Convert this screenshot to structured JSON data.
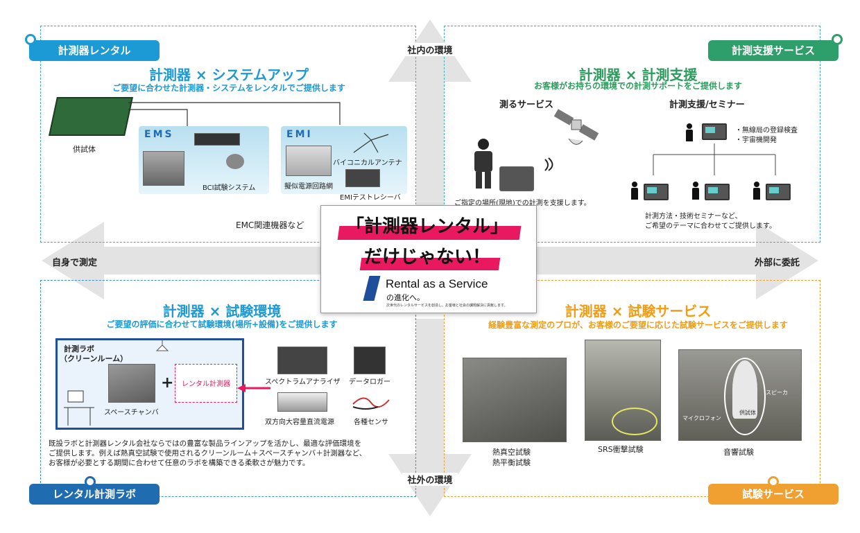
{
  "colors": {
    "teal": "#3bb0bf",
    "green": "#2e9e6a",
    "blue": "#1f6cb0",
    "orange": "#f0a030",
    "pink": "#e8195f",
    "cyan_text": "#1b9ad6",
    "green_text": "#2c9c5c",
    "orange_text": "#f39c12"
  },
  "axis": {
    "top": "社内の環境",
    "bottom": "社外の環境",
    "left": "自身で測定",
    "right": "外部に委託"
  },
  "center": {
    "line1": "「計測器レンタル」",
    "line2": "だけじゃない！",
    "raas": "Rental as a Service",
    "raas_sub": "の進化へ。",
    "fine": "次世代のレンタルサービスを創造し、お客様と社会の課題解決に貢献します。"
  },
  "q1": {
    "tag": "計測器レンタル",
    "title": "計測器 × システムアップ",
    "subtitle": "ご要望に合わせた計測器・システムをレンタルでご提供します",
    "dut": "供試体",
    "ems": "EMS",
    "emi": "EMI",
    "bci": "BCI試験システム",
    "antenna": "バイコニカルアンテナ",
    "lisn": "擬似電源回路網",
    "receiver": "EMIテストレシーバ",
    "emc": "EMC関連機器など"
  },
  "q2": {
    "tag": "計測支援サービス",
    "title": "計測器 × 計測支援",
    "subtitle": "お客様がお持ちの環境での計測サポートをご提供します",
    "measure_head": "測るサービス",
    "support_head": "計測支援/セミナー",
    "bullet1": "・無線局の登録検査",
    "bullet2": "・宇宙機開発",
    "onsite": "ご指定の場所(現地)での計測を支援します。",
    "seminar1": "計測方法・技術セミナーなど、",
    "seminar2": "ご希望のテーマに合わせてご提供します。"
  },
  "q3": {
    "tag": "レンタル計測ラボ",
    "title": "計測器 × 試験環境",
    "subtitle": "ご要望の評価に合わせて試験環境(場所+設備)をご提供します",
    "lab1": "計測ラボ",
    "lab2": "（クリーンルーム）",
    "plus": "+",
    "rental_box": "レンタル計測器",
    "chamber": "スペースチャンバ",
    "spectrum": "スペクトラムアナライザ",
    "logger": "データロガー",
    "psu": "双方向大容量直流電源",
    "sensor": "各種センサ",
    "desc1": "既設ラボと計測器レンタル会社ならではの豊富な製品ラインアップを活かし、最適な評価環境を",
    "desc2": "ご提供します。例えば熱真空試験で使用されるクリーンルーム＋スペースチャンバ＋計測器など、",
    "desc3": "お客様が必要とする期間に合わせて任意のラボを構築できる柔軟さが魅力です。"
  },
  "q4": {
    "tag": "試験サービス",
    "title": "計測器 × 試験サービス",
    "subtitle": "経験豊富な測定のプロが、お客様のご要望に応じた試験サービスをご提供します",
    "thermal1": "熱真空試験",
    "thermal2": "熱平衡試験",
    "srs": "SRS衝撃試験",
    "acoustic": "音響試験",
    "mic": "マイクロフォン",
    "speaker": "スピーカ",
    "dut": "供試体"
  }
}
